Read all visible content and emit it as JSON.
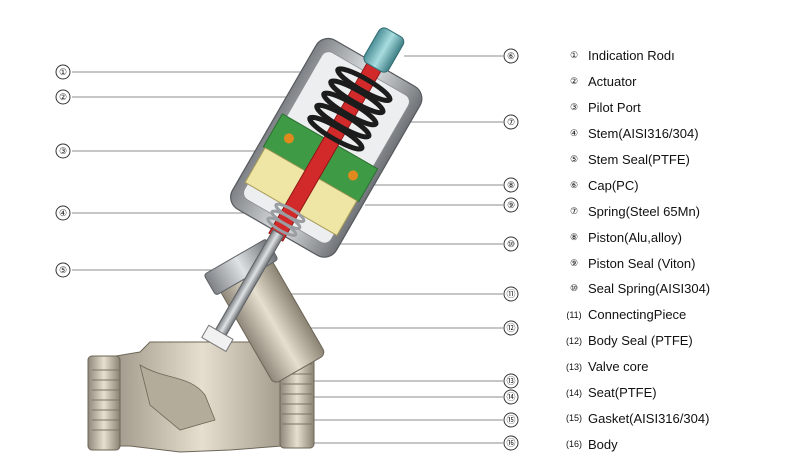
{
  "callouts": {
    "left": [
      "①",
      "②",
      "③",
      "④",
      "⑤"
    ],
    "right": [
      "⑥",
      "⑦",
      "⑧",
      "⑨",
      "⑩",
      "⑪",
      "⑫",
      "⑬",
      "⑭",
      "⑮",
      "⑯"
    ]
  },
  "legend": [
    {
      "num": "①",
      "label": "Indication Rodı"
    },
    {
      "num": "②",
      "label": "Actuator"
    },
    {
      "num": "③",
      "label": "Pilot  Port"
    },
    {
      "num": "④",
      "label": "Stem(AISI316/304)"
    },
    {
      "num": "⑤",
      "label": "Stem Seal(PTFE)"
    },
    {
      "num": "⑥",
      "label": "Cap(PC)"
    },
    {
      "num": "⑦",
      "label": "Spring(Steel 65Mn)"
    },
    {
      "num": "⑧",
      "label": "Piston(Alu,alloy)"
    },
    {
      "num": "⑨",
      "label": "Piston Seal (Viton)"
    },
    {
      "num": "⑩",
      "label": "Seal Spring(AISI304)"
    },
    {
      "num": "(11)",
      "label": "ConnectingPiece"
    },
    {
      "num": "(12)",
      "label": "Body Seal (PTFE)"
    },
    {
      "num": "(13)",
      "label": "Valve core"
    },
    {
      "num": "(14)",
      "label": "Seat(PTFE)"
    },
    {
      "num": "(15)",
      "label": "Gasket(AISI316/304)"
    },
    {
      "num": "(16)",
      "label": "Body"
    }
  ]
}
